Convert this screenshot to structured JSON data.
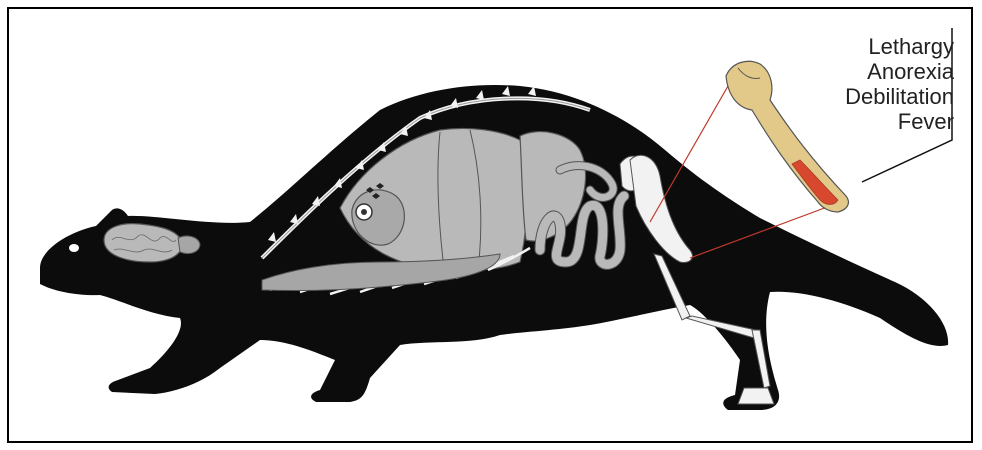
{
  "figure": {
    "symptoms": [
      "Lethargy",
      "Anorexia",
      "Debilitation",
      "Fever"
    ]
  },
  "colors": {
    "silhouette": "#0c0c0c",
    "organs": "#b9b9b9",
    "organ_outline": "#555555",
    "bone": "#f2f2f2",
    "femur_fill": "#e2c98a",
    "marrow_red": "#d8482e",
    "zoom_lines": "#c0392b"
  },
  "icons": [
    "animal-silhouette",
    "brain",
    "heart",
    "lungs",
    "liver",
    "intestines",
    "ribs",
    "spine",
    "hindlimb-skeleton",
    "femur-bone"
  ]
}
